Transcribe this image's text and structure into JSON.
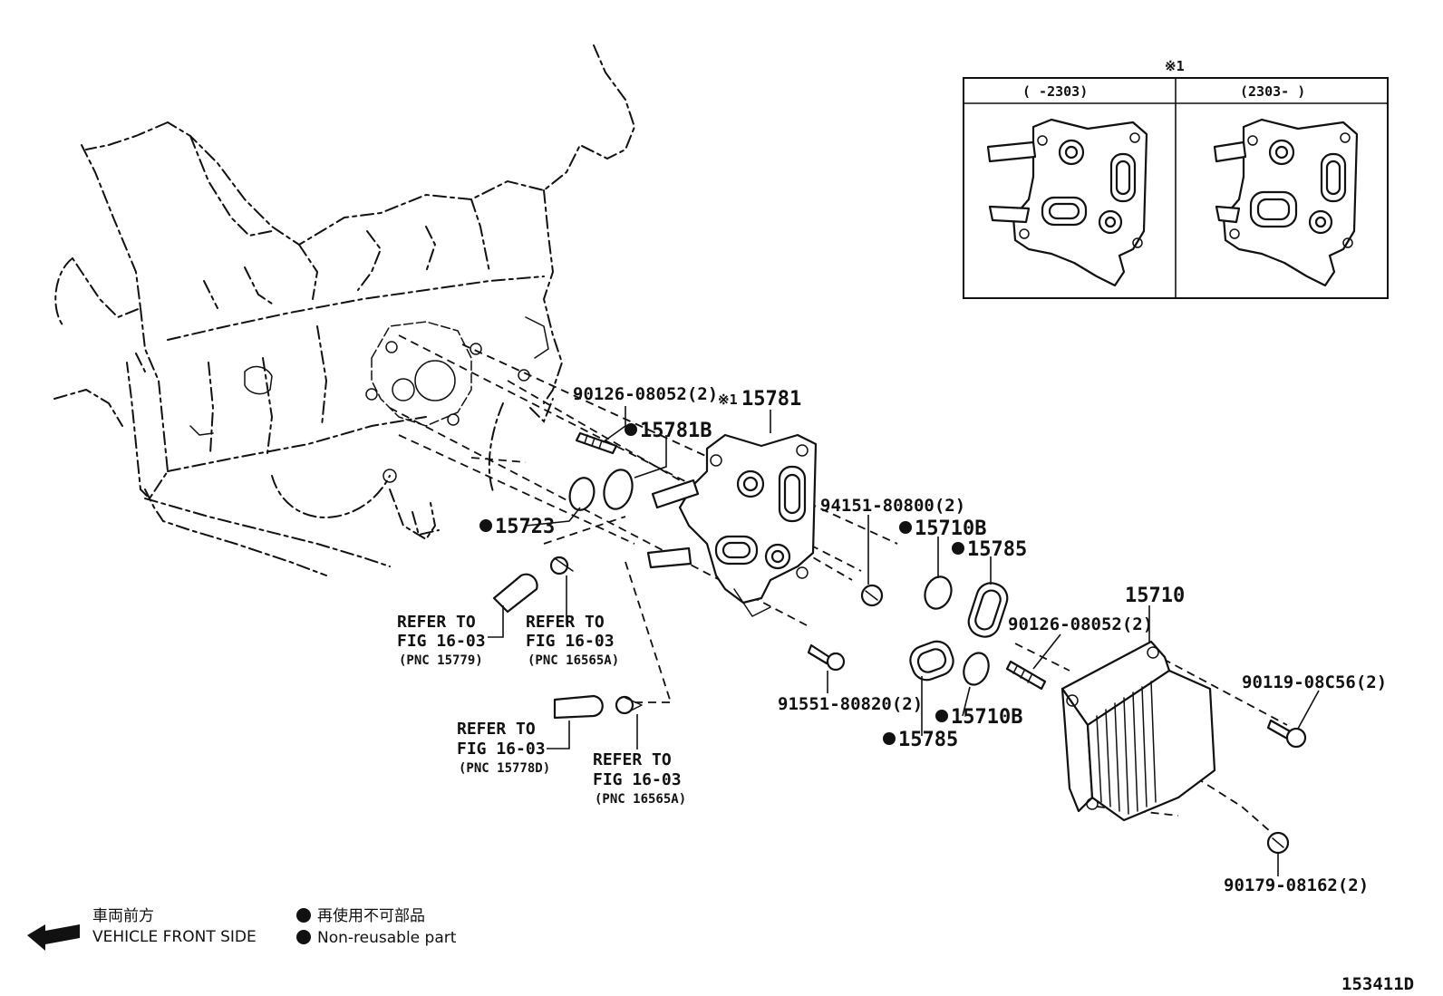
{
  "inset": {
    "note_mark": "※1",
    "col_left": "(      -2303)",
    "col_right": "(2303-      )"
  },
  "parts": {
    "p90126_top": "90126-08052(2)",
    "p15781B": "15781B",
    "p15781": "15781",
    "p15781_mark": "※1",
    "p15723": "15723",
    "p94151": "94151-80800(2)",
    "p15710B_top": "15710B",
    "p15785_top": "15785",
    "p15710": "15710",
    "p90126_right": "90126-08052(2)",
    "p90119": "90119-08C56(2)",
    "p91551": "91551-80820(2)",
    "p15710B_bottom": "15710B",
    "p15785_bottom": "15785",
    "p90179": "90179-08162(2)"
  },
  "refs": [
    {
      "line1": "REFER TO",
      "line2": "FIG 16-03",
      "line3": "(PNC 15779)"
    },
    {
      "line1": "REFER TO",
      "line2": "FIG 16-03",
      "line3": "(PNC 16565A)"
    },
    {
      "line1": "REFER TO",
      "line2": "FIG 16-03",
      "line3": "(PNC 15778D)"
    },
    {
      "line1": "REFER TO",
      "line2": "FIG 16-03",
      "line3": "(PNC 16565A)"
    }
  ],
  "legend": {
    "front_jp": "車両前方",
    "front_en": "VEHICLE FRONT SIDE",
    "nonreuse_jp": "再使用不可部品",
    "nonreuse_en": "Non-reusable part"
  },
  "figure_id": "153411D",
  "icons": {
    "front_arrow": "arrow-left-icon",
    "bullet": "filled-circle-icon"
  }
}
